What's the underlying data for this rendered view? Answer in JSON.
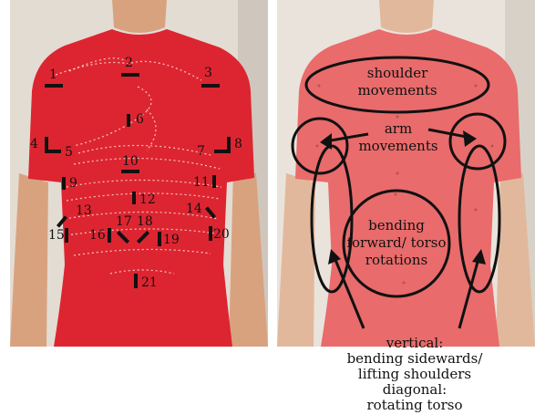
{
  "colors": {
    "shirt": "#dd2531",
    "shirt_faded": "#e96b6b",
    "skin": "#d9a27f",
    "background": "#e3dcd3",
    "marker": "#111111",
    "stitch": "#f3c7c3"
  },
  "left_panel": {
    "sensor_labels": [
      "1",
      "2",
      "3",
      "4",
      "5",
      "6",
      "7",
      "8",
      "9",
      "10",
      "11",
      "12",
      "13",
      "14",
      "15",
      "16",
      "17",
      "18",
      "19",
      "20",
      "21"
    ]
  },
  "right_panel": {
    "annotations": {
      "shoulder": [
        "shoulder",
        "movements"
      ],
      "arm": [
        "arm",
        "movements"
      ],
      "bending": [
        "bending",
        "forward/ torso",
        "rotations"
      ]
    },
    "caption": [
      "vertical:",
      "bending sidewards/",
      "lifting shoulders",
      "diagonal:",
      "rotating torso"
    ]
  }
}
